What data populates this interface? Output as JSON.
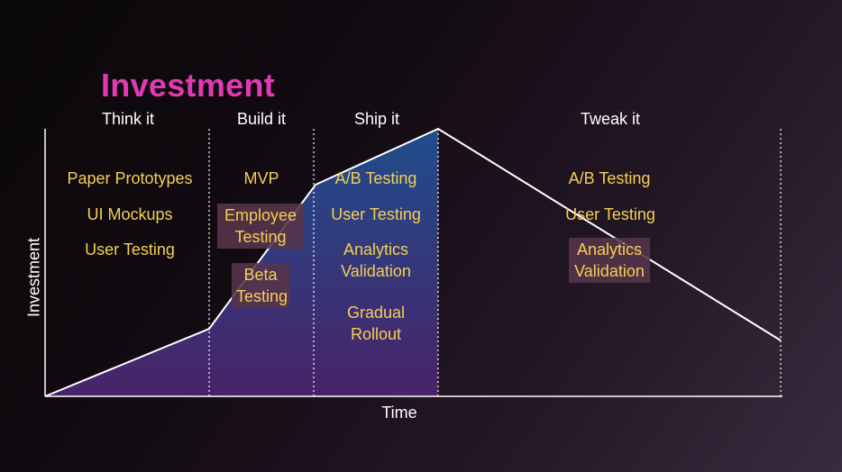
{
  "title": "Investment",
  "axes": {
    "ylabel": "Investment",
    "xlabel": "Time"
  },
  "colors": {
    "title": "#e33ab3",
    "item_text": "#f4cf54",
    "line": "#ffffff",
    "box_bg": "#56344a",
    "fill_top": "#1f4d8c",
    "fill_bottom": "#4a2268"
  },
  "phases": [
    {
      "label": "Think it",
      "items": [
        "Paper Prototypes",
        "UI Mockups",
        "User Testing"
      ]
    },
    {
      "label": "Build it",
      "items": [
        "MVP",
        "Employee Testing",
        "Beta Testing"
      ]
    },
    {
      "label": "Ship it",
      "items": [
        "A/B Testing",
        "User Testing",
        "Analytics Validation",
        "Gradual Rollout"
      ]
    },
    {
      "label": "Tweak it",
      "items": [
        "A/B Testing",
        "User Testing",
        "Analytics Validation"
      ]
    }
  ]
}
